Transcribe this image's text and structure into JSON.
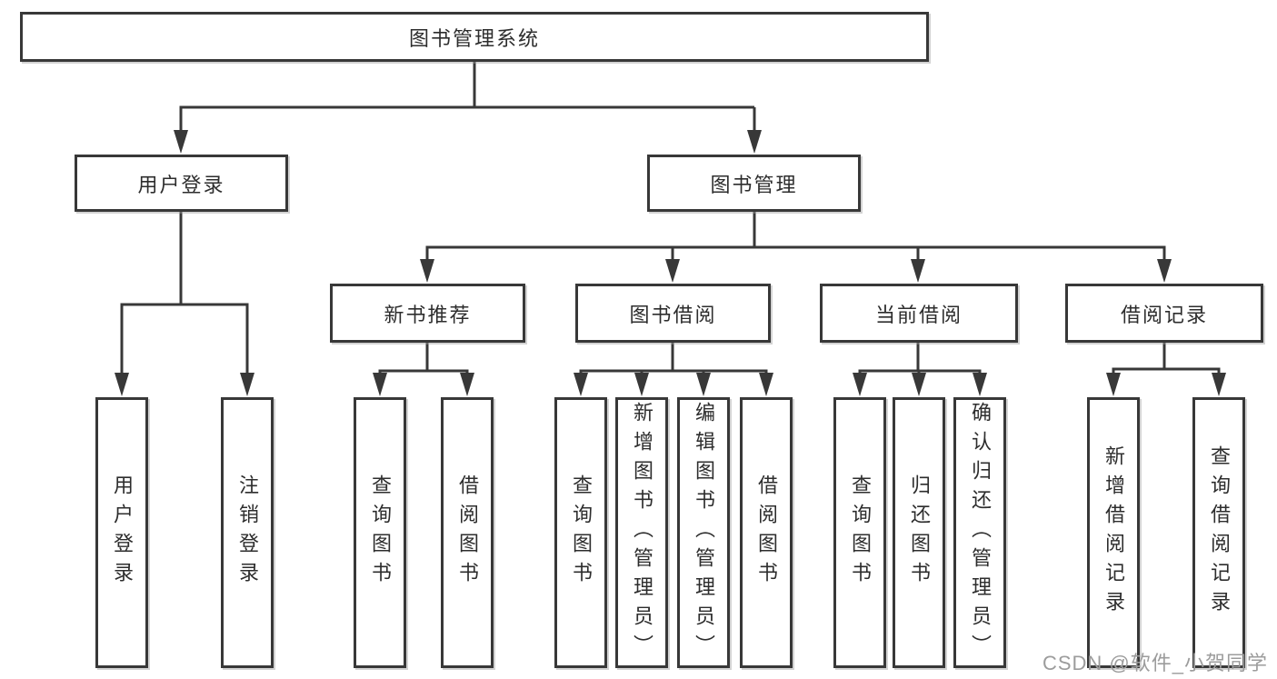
{
  "diagram": {
    "root": {
      "label": "图书管理系统",
      "children": [
        {
          "label": "用户登录",
          "children": [
            {
              "label": "用户登录"
            },
            {
              "label": "注销登录"
            }
          ]
        },
        {
          "label": "图书管理",
          "children": [
            {
              "label": "新书推荐",
              "children": [
                {
                  "label": "查询图书"
                },
                {
                  "label": "借阅图书"
                }
              ]
            },
            {
              "label": "图书借阅",
              "children": [
                {
                  "label": "查询图书"
                },
                {
                  "label": "新增图书（管理员）"
                },
                {
                  "label": "编辑图书（管理员）"
                },
                {
                  "label": "借阅图书"
                }
              ]
            },
            {
              "label": "当前借阅",
              "children": [
                {
                  "label": "查询图书"
                },
                {
                  "label": "归还图书"
                },
                {
                  "label": "确认归还（管理员）"
                }
              ]
            },
            {
              "label": "借阅记录",
              "children": [
                {
                  "label": "新增借阅记录"
                },
                {
                  "label": "查询借阅记录"
                }
              ]
            }
          ]
        }
      ]
    },
    "colors": {
      "line": "#383838",
      "text": "#2d2d2d",
      "background": "#ffffff",
      "watermark_color": "#9c9c9c"
    },
    "watermark": "CSDN @软件_小贺同学"
  }
}
